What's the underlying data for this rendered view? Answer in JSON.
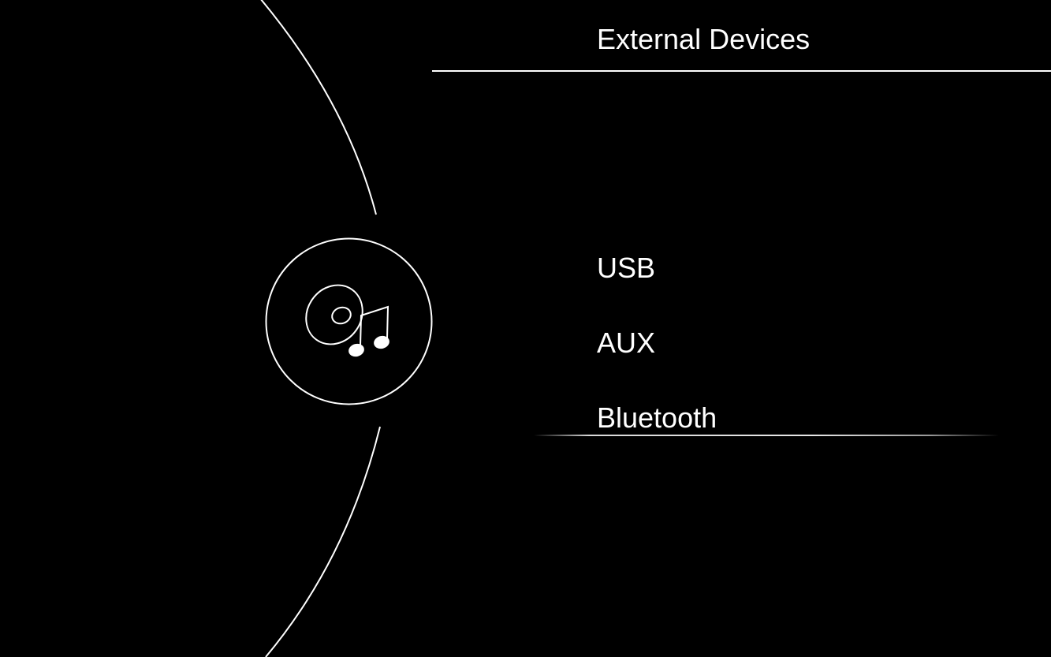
{
  "header": {
    "title": "External Devices"
  },
  "source_icon": {
    "name": "music-disc-icon"
  },
  "sources": [
    {
      "label": "USB"
    },
    {
      "label": "AUX"
    },
    {
      "label": "Bluetooth",
      "focused": true
    }
  ],
  "colors": {
    "background": "#000000",
    "foreground": "#ffffff"
  }
}
